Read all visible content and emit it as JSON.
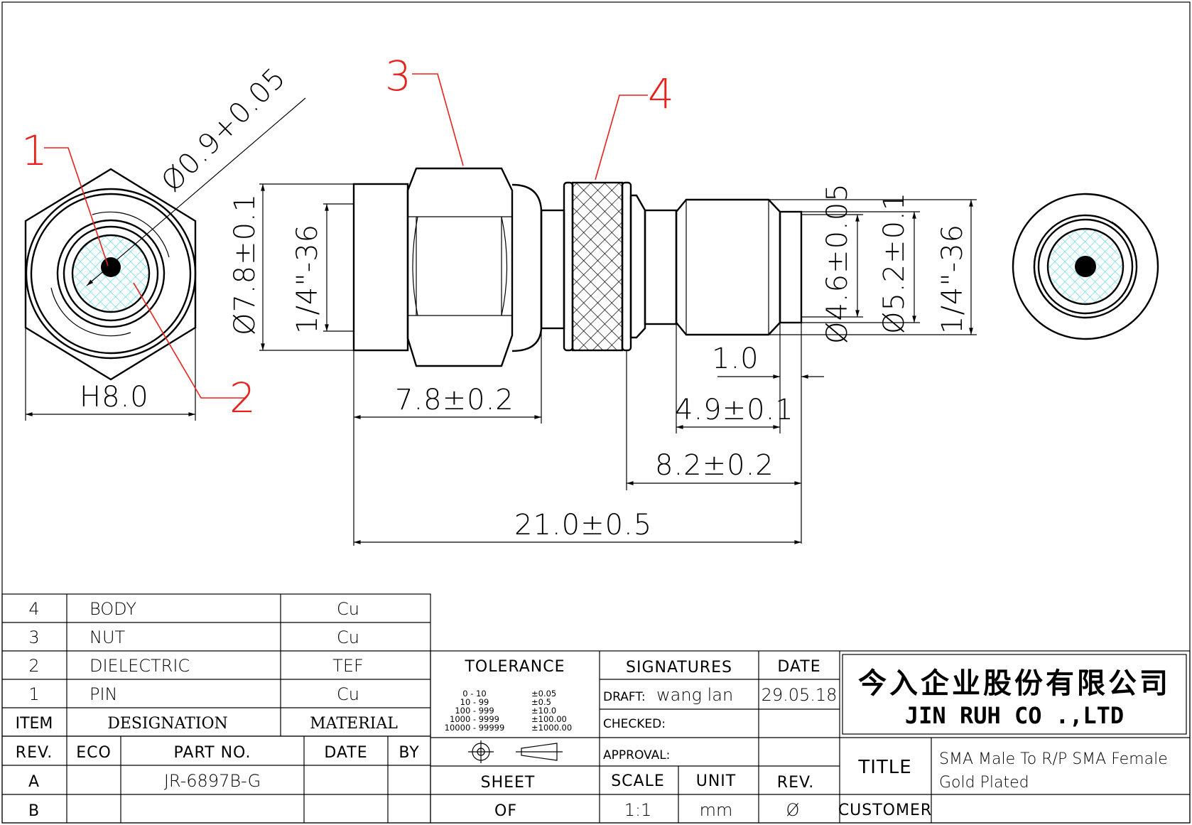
{
  "callouts": {
    "c1": "1",
    "c2": "2",
    "c3": "3",
    "c4": "4"
  },
  "dims": {
    "pin_dia": "Ø0.9+0.05",
    "hex": "H8.0",
    "body_dia": "Ø7.8±0.1",
    "thread_left": "1/4\"-36",
    "nut_len": "7.8±0.2",
    "d_in": "Ø4.6±0.05",
    "d_out": "Ø5.2±0.1",
    "thread_right": "1/4\"-36",
    "tip_len": "1.0",
    "female_len": "4.9±0.1",
    "body_len": "8.2±0.2",
    "total_len": "21.0±0.5"
  },
  "bom": {
    "rows": [
      {
        "item": "4",
        "designation": "BODY",
        "material": "Cu"
      },
      {
        "item": "3",
        "designation": "NUT",
        "material": "Cu"
      },
      {
        "item": "2",
        "designation": "DIELECTRIC",
        "material": "TEF"
      },
      {
        "item": "1",
        "designation": "PIN",
        "material": "Cu"
      }
    ],
    "headers": {
      "item": "ITEM",
      "designation": "DESIGNATION",
      "material": "MATERIAL"
    }
  },
  "rev_table": {
    "headers": {
      "rev": "REV.",
      "eco": "ECO",
      "part_no": "PART NO.",
      "date": "DATE",
      "by": "BY"
    },
    "row_a": {
      "rev": "A",
      "part_no": "JR-6897B-G"
    },
    "row_b": {
      "rev": "B"
    }
  },
  "tolerance": {
    "title": "TOLERANCE",
    "ranges": [
      "0 - 10",
      "10 - 99",
      "100 - 999",
      "1000 - 9999",
      "10000 - 99999"
    ],
    "values": [
      "±0.05",
      "±0.5",
      "±10.0",
      "±100.00",
      "±1000.00"
    ]
  },
  "sheet": {
    "label": "SHEET",
    "of": "OF"
  },
  "signatures": {
    "title": "SIGNATURES",
    "draft_label": "DRAFT:",
    "draft_name": "wang lan",
    "checked_label": "CHECKED:",
    "approval_label": "APPROVAL:"
  },
  "date_col": {
    "title": "DATE",
    "draft_date": "29.05.18"
  },
  "scale": {
    "label": "SCALE",
    "value": "1:1"
  },
  "unit": {
    "label": "UNIT",
    "value": "mm"
  },
  "rev": {
    "label": "REV.",
    "value": "Ø"
  },
  "company": {
    "chinese": "今入企业股份有限公司",
    "english": "JIN  RUH  CO .,LTD"
  },
  "title_block": {
    "label": "TITLE",
    "line1": "SMA Male To R/P SMA Female",
    "line2": "Gold Plated"
  },
  "customer": {
    "label": "CUSTOMER"
  }
}
